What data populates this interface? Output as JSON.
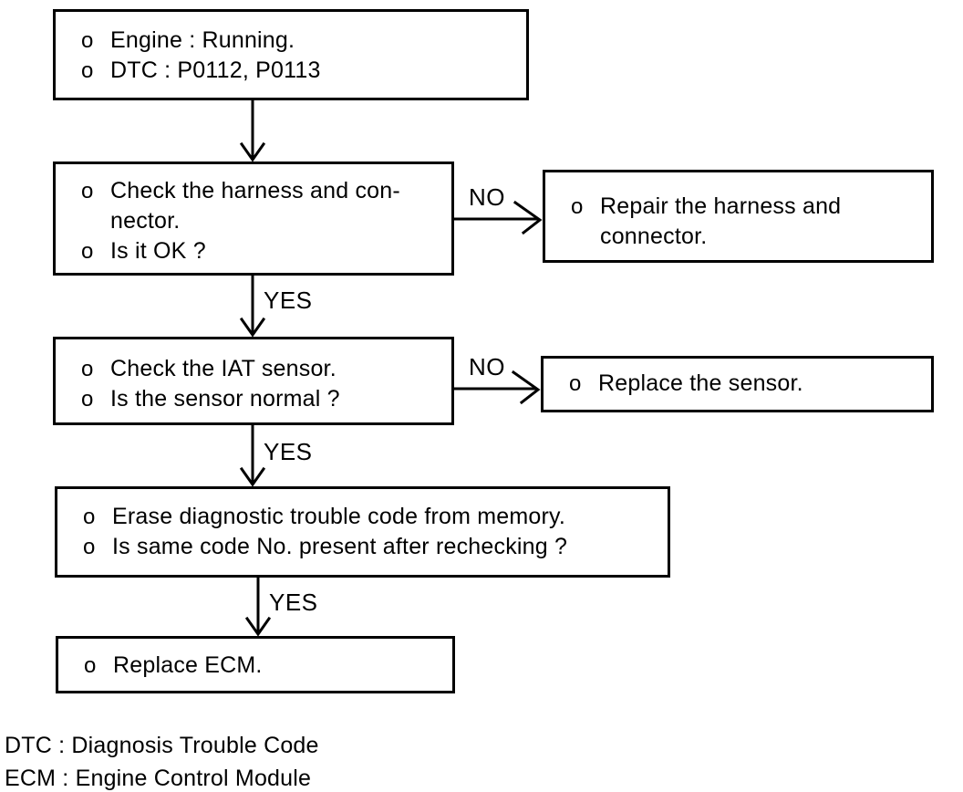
{
  "page": {
    "background": "#ffffff",
    "ink": "#000000"
  },
  "flowchart": {
    "boxes": {
      "start": {
        "items": [
          {
            "bullet": "o",
            "lines": [
              "Engine : Running."
            ]
          },
          {
            "bullet": "o",
            "lines": [
              "DTC : P0112, P0113"
            ]
          }
        ]
      },
      "check_harness": {
        "items": [
          {
            "bullet": "o",
            "lines": [
              "Check the harness and con-",
              "nector."
            ]
          },
          {
            "bullet": "o",
            "lines": [
              "Is it OK ?"
            ]
          }
        ]
      },
      "repair_harness": {
        "items": [
          {
            "bullet": "o",
            "lines": [
              "Repair the harness and",
              "connector."
            ]
          }
        ]
      },
      "check_iat": {
        "items": [
          {
            "bullet": "o",
            "lines": [
              "Check the IAT sensor."
            ]
          },
          {
            "bullet": "o",
            "lines": [
              "Is the sensor normal ?"
            ]
          }
        ]
      },
      "replace_sensor": {
        "items": [
          {
            "bullet": "o",
            "lines": [
              "Replace the sensor."
            ]
          }
        ]
      },
      "erase_dtc": {
        "items": [
          {
            "bullet": "o",
            "lines": [
              "Erase diagnostic trouble code from memory."
            ]
          },
          {
            "bullet": "o",
            "lines": [
              "Is same code No. present after rechecking ?"
            ]
          }
        ]
      },
      "replace_ecm": {
        "items": [
          {
            "bullet": "o",
            "lines": [
              "Replace ECM."
            ]
          }
        ]
      }
    },
    "edge_labels": {
      "no1": "NO",
      "yes1": "YES",
      "no2": "NO",
      "yes2": "YES",
      "yes3": "YES"
    },
    "legend": {
      "line1": "DTC : Diagnosis Trouble Code",
      "line2": "ECM : Engine Control Module"
    }
  }
}
